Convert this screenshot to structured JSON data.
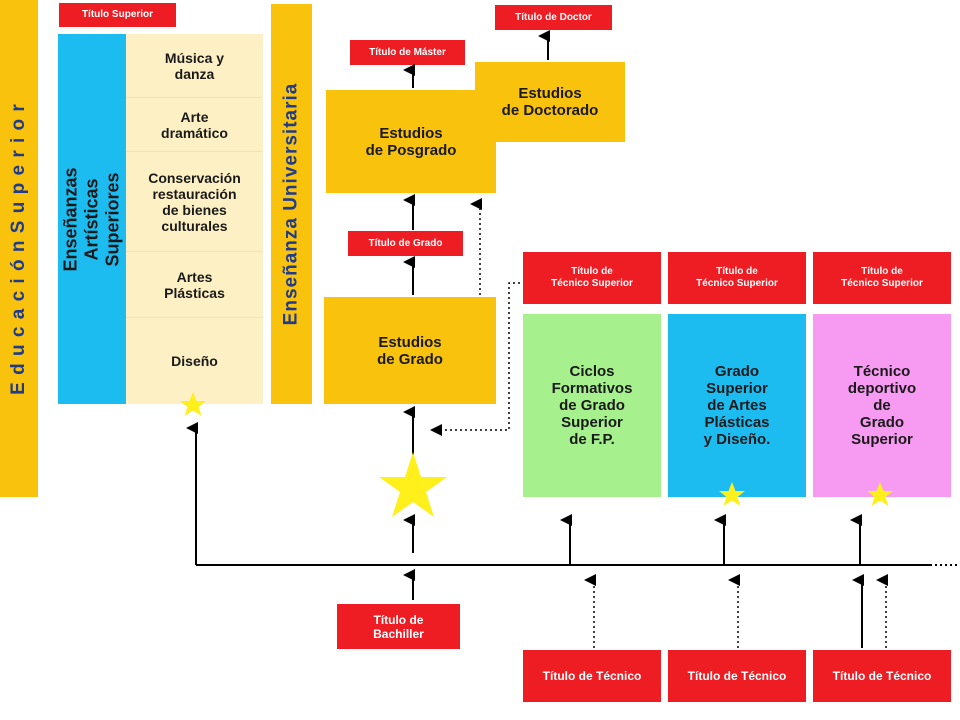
{
  "side_labels": {
    "educacion_superior": "E d u c a c i ó n   S u p e r i o r",
    "ensenanzas_artisticas": "Enseñanzas\nArtísticas Superiores",
    "ensenanza_universitaria": "Enseñanza Universitaria"
  },
  "artisticas": {
    "titulo_badge": "Título Superior",
    "items": [
      "Música y\ndanza",
      "Arte\ndramático",
      "Conservación\nrestauración\nde bienes\nculturales",
      "Artes\nPlásticas",
      "Diseño"
    ]
  },
  "universitaria": {
    "grado_box": "Estudios\nde Grado",
    "grado_badge": "Título de Grado",
    "posgrado_box": "Estudios\nde Posgrado",
    "master_badge": "Título de Máster",
    "doctorado_box": "Estudios\nde Doctorado",
    "doctor_badge": "Título de Doctor"
  },
  "ciclos": [
    {
      "top_badge": "Título de\nTécnico Superior",
      "box": "Ciclos\nFormativos\nde Grado\nSuperior\nde F.P.",
      "color": "#a6f08e",
      "bottom_badge": "Título de Técnico"
    },
    {
      "top_badge": "Título de\nTécnico Superior",
      "box": "Grado\nSuperior\nde Artes\nPlásticas\ny Diseño.",
      "color": "#1cbcf0",
      "bottom_badge": "Título de Técnico"
    },
    {
      "top_badge": "Título de\nTécnico Superior",
      "box": "Técnico\ndeportivo\nde\nGrado\nSuperior",
      "color": "#f79af2",
      "bottom_badge": "Título de Técnico"
    }
  ],
  "bachiller_badge": "Título de\nBachiller",
  "colors": {
    "yellow": "#f9c20d",
    "cream": "#fdf0c4",
    "blue_panel": "#1cbcf0",
    "red_badge": "#ee1c23",
    "text_blue": "#1f3b8c",
    "star": "#ffef1a"
  }
}
